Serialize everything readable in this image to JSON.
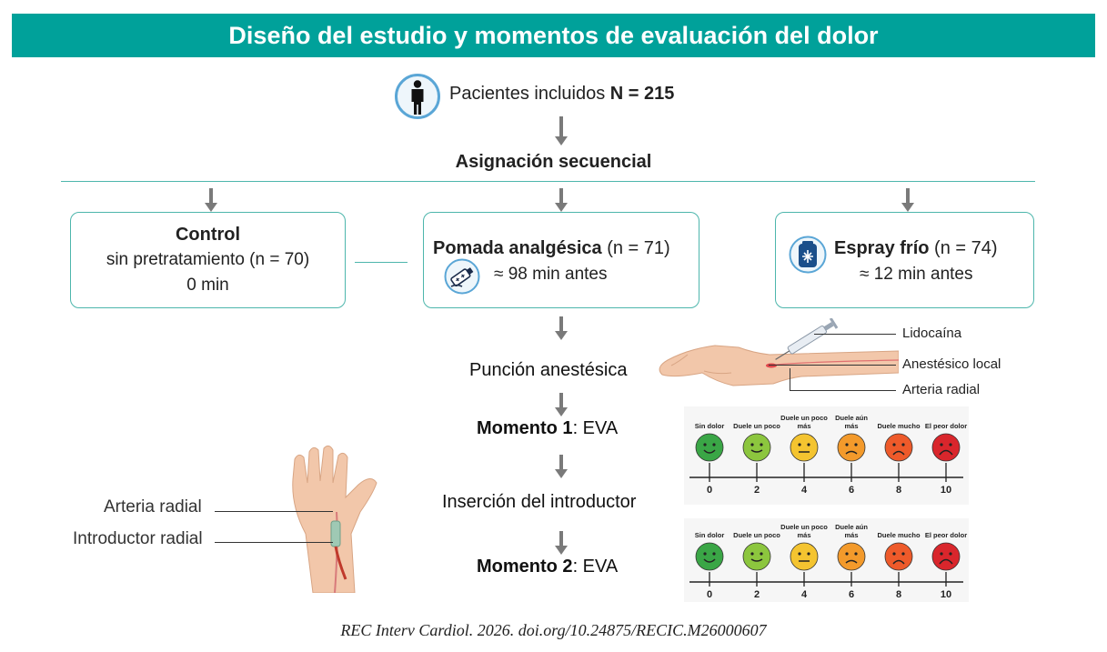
{
  "title": "Diseño del estudio y momentos de evaluación del dolor",
  "patients": {
    "label": "Pacientes incluidos",
    "n": "N = 215"
  },
  "assignment": "Asignación secuencial",
  "groups": [
    {
      "name": "Control",
      "line2": "sin pretratamiento (n = 70)",
      "line3": "0 min"
    },
    {
      "name": "Pomada analgésica",
      "n": "(n = 71)",
      "time": "≈ 98 min antes"
    },
    {
      "name": "Espray frío",
      "n": "(n = 74)",
      "time": "≈ 12 min antes"
    }
  ],
  "steps": {
    "puncion": "Punción anestésica",
    "momento1_bold": "Momento 1",
    "momento1_rest": ": EVA",
    "insercion": "Inserción del introductor",
    "momento2_bold": "Momento 2",
    "momento2_rest": ": EVA"
  },
  "wrist_labels": {
    "lidocaina": "Lidocaína",
    "anestesico": "Anestésico local",
    "arteria": "Arteria radial"
  },
  "hand_labels": {
    "arteria": "Arteria radial",
    "introductor": "Introductor radial"
  },
  "scale": {
    "faces": [
      {
        "caption": "Sin dolor",
        "value": "0",
        "color": "#3aa646"
      },
      {
        "caption": "Duele un poco",
        "value": "2",
        "color": "#8cc63e"
      },
      {
        "caption": "Duele un poco más",
        "value": "4",
        "color": "#f4c430"
      },
      {
        "caption": "Duele aún más",
        "value": "6",
        "color": "#f39a2b"
      },
      {
        "caption": "Duele mucho",
        "value": "8",
        "color": "#ee5a2a"
      },
      {
        "caption": "El peor dolor",
        "value": "10",
        "color": "#d9262c"
      }
    ]
  },
  "footer": "REC Interv Cardiol. 2026. doi.org/10.24875/RECIC.M26000607",
  "colors": {
    "teal": "#00a19a",
    "box_border": "#4db6ac",
    "arrow": "#7a7a7a"
  }
}
